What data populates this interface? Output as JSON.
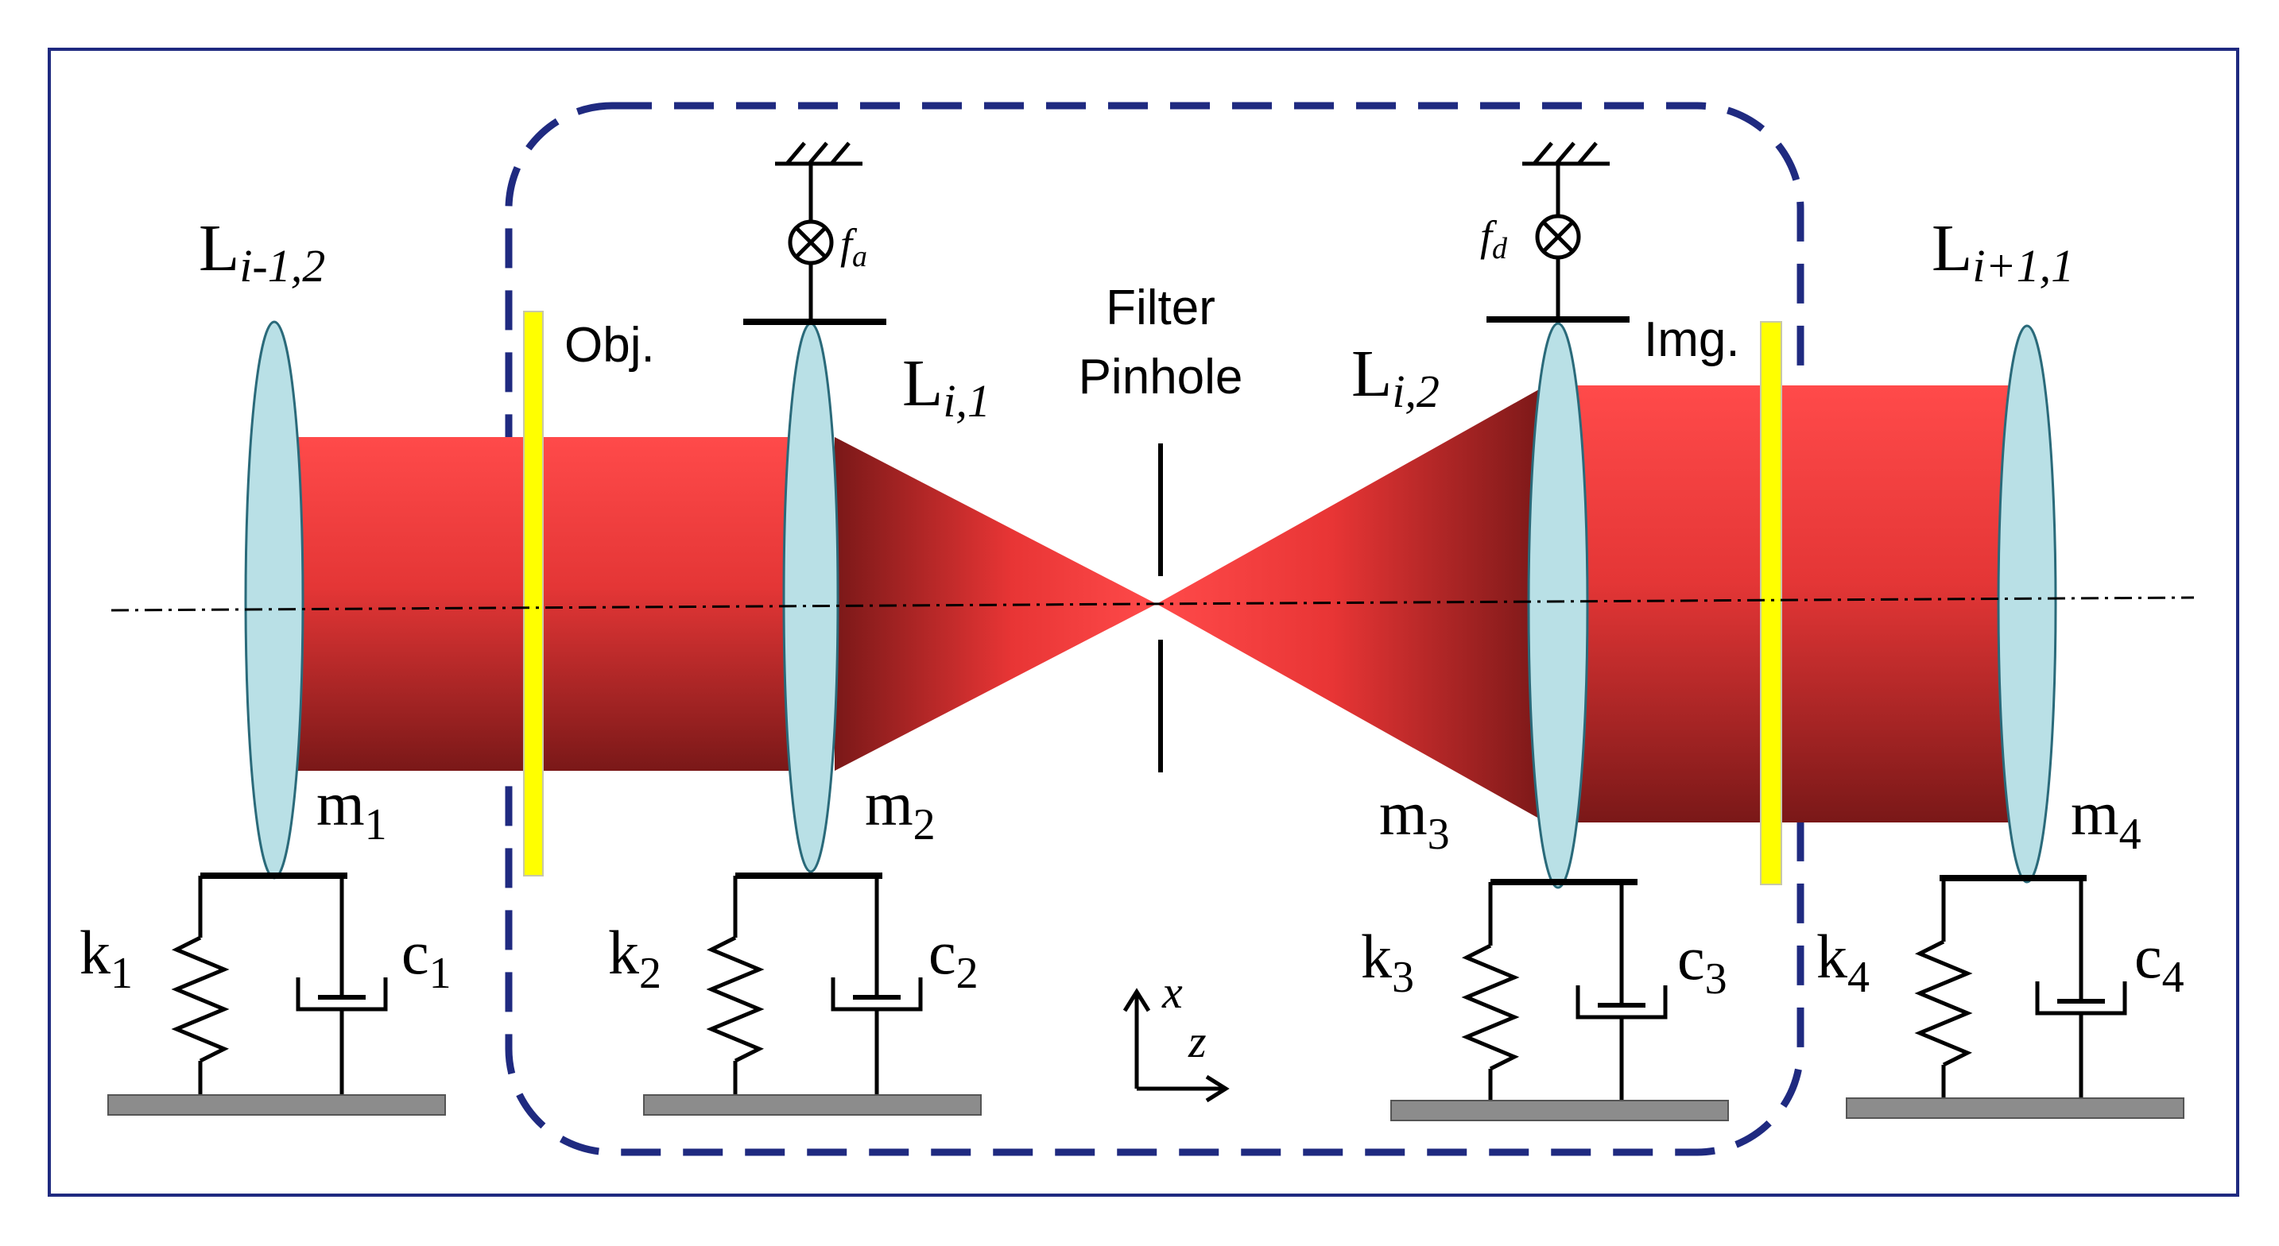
{
  "labels": {
    "lens_prev": {
      "main": "L",
      "sub": "i-1,2"
    },
    "lens_i1": {
      "main": "L",
      "sub": "i,1"
    },
    "lens_i2": {
      "main": "L",
      "sub": "i,2"
    },
    "lens_next": {
      "main": "L",
      "sub": "i+1,1"
    },
    "object_plane": "Obj.",
    "image_plane": "Img.",
    "filter_line1": "Filter",
    "filter_line2": "Pinhole",
    "force_a": {
      "main": "f",
      "sub": "a"
    },
    "force_d": {
      "main": "f",
      "sub": "d"
    },
    "axis_x": "x",
    "axis_z": "z"
  },
  "masses": [
    {
      "main": "m",
      "sub": "1"
    },
    {
      "main": "m",
      "sub": "2"
    },
    {
      "main": "m",
      "sub": "3"
    },
    {
      "main": "m",
      "sub": "4"
    }
  ],
  "springs": [
    {
      "main": "k",
      "sub": "1"
    },
    {
      "main": "k",
      "sub": "2"
    },
    {
      "main": "k",
      "sub": "3"
    },
    {
      "main": "k",
      "sub": "4"
    }
  ],
  "dampers": [
    {
      "main": "c",
      "sub": "1"
    },
    {
      "main": "c",
      "sub": "2"
    },
    {
      "main": "c",
      "sub": "3"
    },
    {
      "main": "c",
      "sub": "4"
    }
  ],
  "colors": {
    "frame": "#1f2a80",
    "module_border": "#1f2a80",
    "lens_fill": "#b9e0e6",
    "lens_stroke": "#2a6a7a",
    "beam_light": "#ff4a4a",
    "beam_dark": "#7a1616",
    "plane": "#ffff00",
    "ground": "#8c8c8c"
  }
}
